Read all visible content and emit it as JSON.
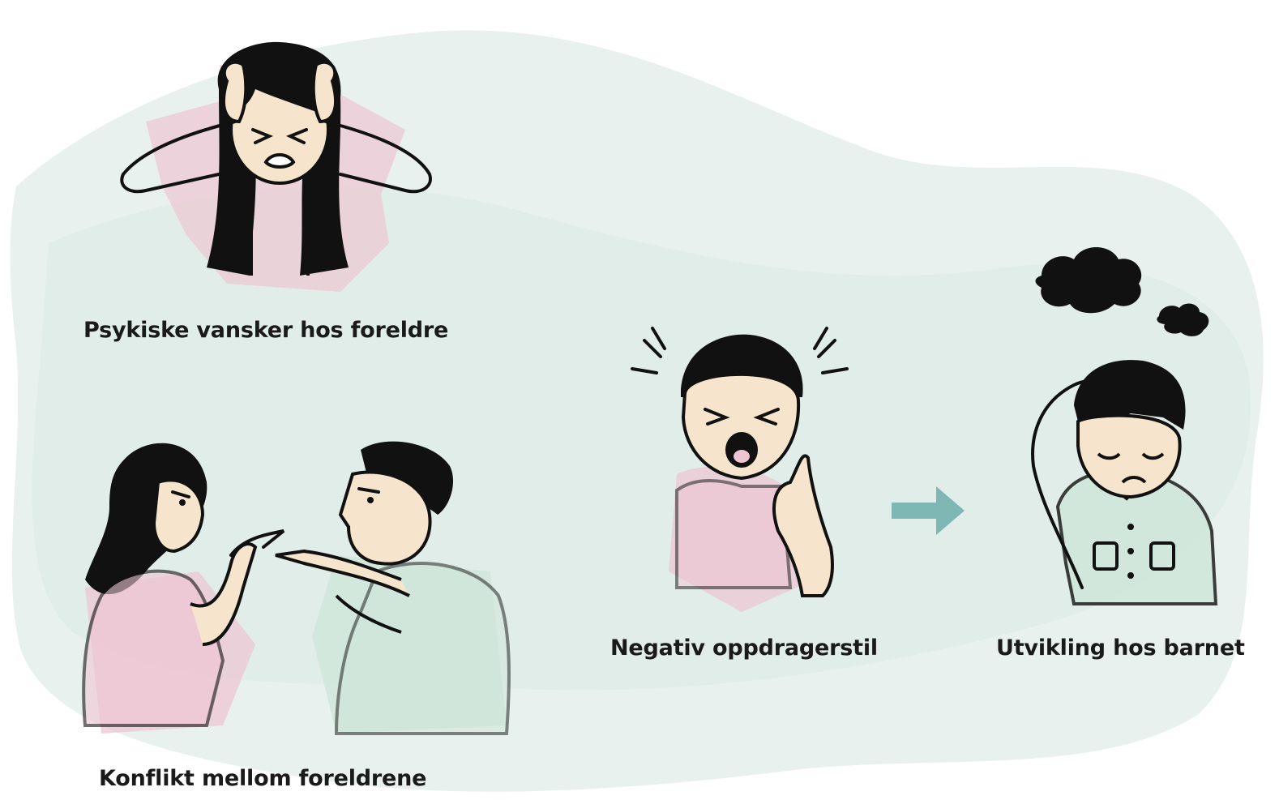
{
  "labels": {
    "mental_health": "Psykiske vansker hos foreldre",
    "conflict": "Konflikt mellom foreldrene",
    "negative_parenting": "Negativ oppdragerstil",
    "child_development": "Utvikling hos barnet"
  },
  "colors": {
    "wash": "#dfece7",
    "ink": "#111111",
    "skin": "#f6e5cc",
    "pink": "#eec6d3",
    "mint": "#cfe6da",
    "arrow": "#7fb7b4"
  },
  "icons": [
    "stressed-woman",
    "arguing-couple",
    "shouting-parent",
    "arrow-right-icon",
    "sad-child",
    "dark-cloud-icon"
  ]
}
